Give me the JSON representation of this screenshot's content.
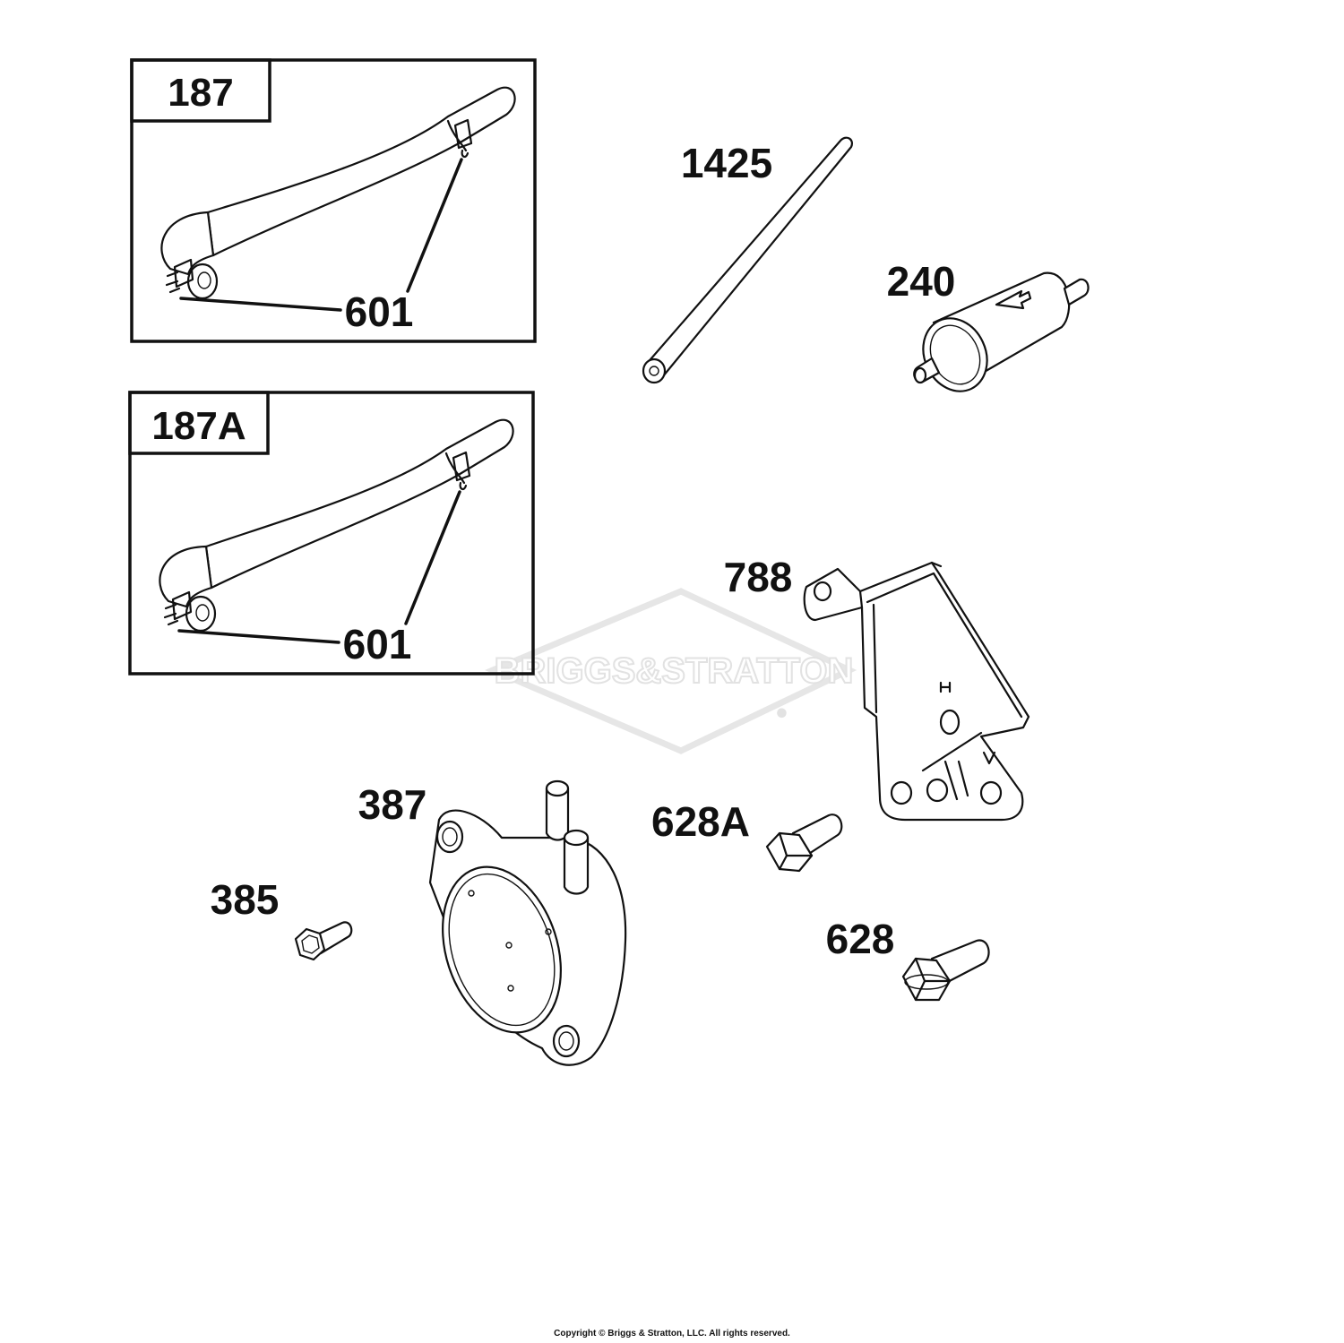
{
  "watermark": {
    "brand_text": "BRIGGS&STRATTON",
    "registered_mark": "®"
  },
  "boxes": [
    {
      "label": "187"
    },
    {
      "label": "187A"
    }
  ],
  "parts": [
    {
      "id": "601",
      "description_shown": "601"
    },
    {
      "id": "1425"
    },
    {
      "id": "240"
    },
    {
      "id": "788"
    },
    {
      "id": "387"
    },
    {
      "id": "385"
    },
    {
      "id": "628A"
    },
    {
      "id": "628"
    }
  ],
  "labels": {
    "box1_title": "187",
    "box1_clamp": "601",
    "box2_title": "187A",
    "box2_clamp": "601",
    "fuel_line": "1425",
    "fuel_filter": "240",
    "bracket": "788",
    "fuel_pump": "387",
    "pump_screw": "385",
    "bolt_a": "628A",
    "bolt": "628"
  },
  "footer": {
    "copyright": "Copyright © Briggs & Stratton, LLC. All rights reserved."
  }
}
